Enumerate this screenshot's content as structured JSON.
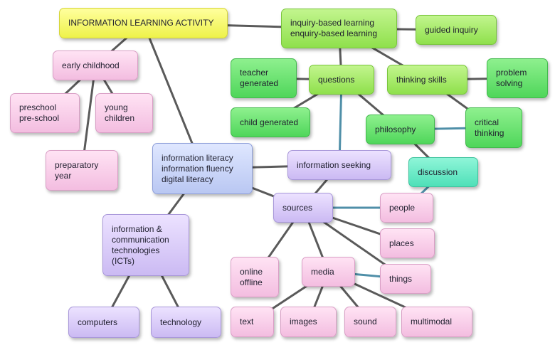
{
  "nodes": [
    {
      "id": "info-learning",
      "label": "INFORMATION LEARNING ACTIVITY",
      "color": "yellow"
    },
    {
      "id": "inquiry",
      "label": "inquiry-based learning\nenquiry-based learning",
      "color": "lgreen"
    },
    {
      "id": "guided-inquiry",
      "label": "guided inquiry",
      "color": "lgreen"
    },
    {
      "id": "early-childhood",
      "label": "early childhood",
      "color": "pink"
    },
    {
      "id": "preschool",
      "label": "preschool\npre-school",
      "color": "pink"
    },
    {
      "id": "young-children",
      "label": "young\nchildren",
      "color": "pink"
    },
    {
      "id": "preparatory-year",
      "label": "preparatory\nyear",
      "color": "pink"
    },
    {
      "id": "teacher-generated",
      "label": "teacher\ngenerated",
      "color": "green"
    },
    {
      "id": "questions",
      "label": "questions",
      "color": "lgreen"
    },
    {
      "id": "thinking-skills",
      "label": "thinking skills",
      "color": "lgreen"
    },
    {
      "id": "problem-solving",
      "label": "problem\nsolving",
      "color": "green"
    },
    {
      "id": "child-generated",
      "label": "child generated",
      "color": "green"
    },
    {
      "id": "philosophy",
      "label": "philosophy",
      "color": "green"
    },
    {
      "id": "critical-thinking",
      "label": "critical\nthinking",
      "color": "green"
    },
    {
      "id": "info-literacy",
      "label": "information literacy\ninformation fluency\ndigital literacy",
      "color": "blue"
    },
    {
      "id": "info-seeking",
      "label": "information seeking",
      "color": "purple"
    },
    {
      "id": "discussion",
      "label": "discussion",
      "color": "teal"
    },
    {
      "id": "sources",
      "label": "sources",
      "color": "purple"
    },
    {
      "id": "people",
      "label": "people",
      "color": "pink"
    },
    {
      "id": "icts",
      "label": "information &\ncommunication\ntechnologies\n(ICTs)",
      "color": "purple"
    },
    {
      "id": "places",
      "label": "places",
      "color": "pink"
    },
    {
      "id": "online-offline",
      "label": "online\noffline",
      "color": "pink"
    },
    {
      "id": "media",
      "label": "media",
      "color": "pink"
    },
    {
      "id": "things",
      "label": "things",
      "color": "pink"
    },
    {
      "id": "computers",
      "label": "computers",
      "color": "purple"
    },
    {
      "id": "technology",
      "label": "technology",
      "color": "purple"
    },
    {
      "id": "text",
      "label": "text",
      "color": "pink"
    },
    {
      "id": "images",
      "label": "images",
      "color": "pink"
    },
    {
      "id": "sound",
      "label": "sound",
      "color": "pink"
    },
    {
      "id": "multimodal",
      "label": "multimodal",
      "color": "pink"
    }
  ],
  "links": [
    [
      "info-learning",
      "inquiry"
    ],
    [
      "info-learning",
      "early-childhood"
    ],
    [
      "info-learning",
      "info-literacy"
    ],
    [
      "inquiry",
      "guided-inquiry"
    ],
    [
      "inquiry",
      "questions"
    ],
    [
      "inquiry",
      "thinking-skills"
    ],
    [
      "early-childhood",
      "preschool"
    ],
    [
      "early-childhood",
      "young-children"
    ],
    [
      "early-childhood",
      "preparatory-year"
    ],
    [
      "questions",
      "teacher-generated"
    ],
    [
      "questions",
      "child-generated"
    ],
    [
      "questions",
      "philosophy"
    ],
    [
      "questions",
      "info-seeking"
    ],
    [
      "thinking-skills",
      "problem-solving"
    ],
    [
      "thinking-skills",
      "critical-thinking"
    ],
    [
      "philosophy",
      "critical-thinking"
    ],
    [
      "philosophy",
      "discussion"
    ],
    [
      "discussion",
      "people"
    ],
    [
      "info-literacy",
      "info-seeking"
    ],
    [
      "info-literacy",
      "sources"
    ],
    [
      "info-literacy",
      "icts"
    ],
    [
      "info-seeking",
      "sources"
    ],
    [
      "sources",
      "people"
    ],
    [
      "sources",
      "places"
    ],
    [
      "sources",
      "things"
    ],
    [
      "sources",
      "online-offline"
    ],
    [
      "sources",
      "media"
    ],
    [
      "media",
      "things"
    ],
    [
      "media",
      "text"
    ],
    [
      "media",
      "images"
    ],
    [
      "media",
      "sound"
    ],
    [
      "media",
      "multimodal"
    ],
    [
      "icts",
      "computers"
    ],
    [
      "icts",
      "technology"
    ]
  ]
}
